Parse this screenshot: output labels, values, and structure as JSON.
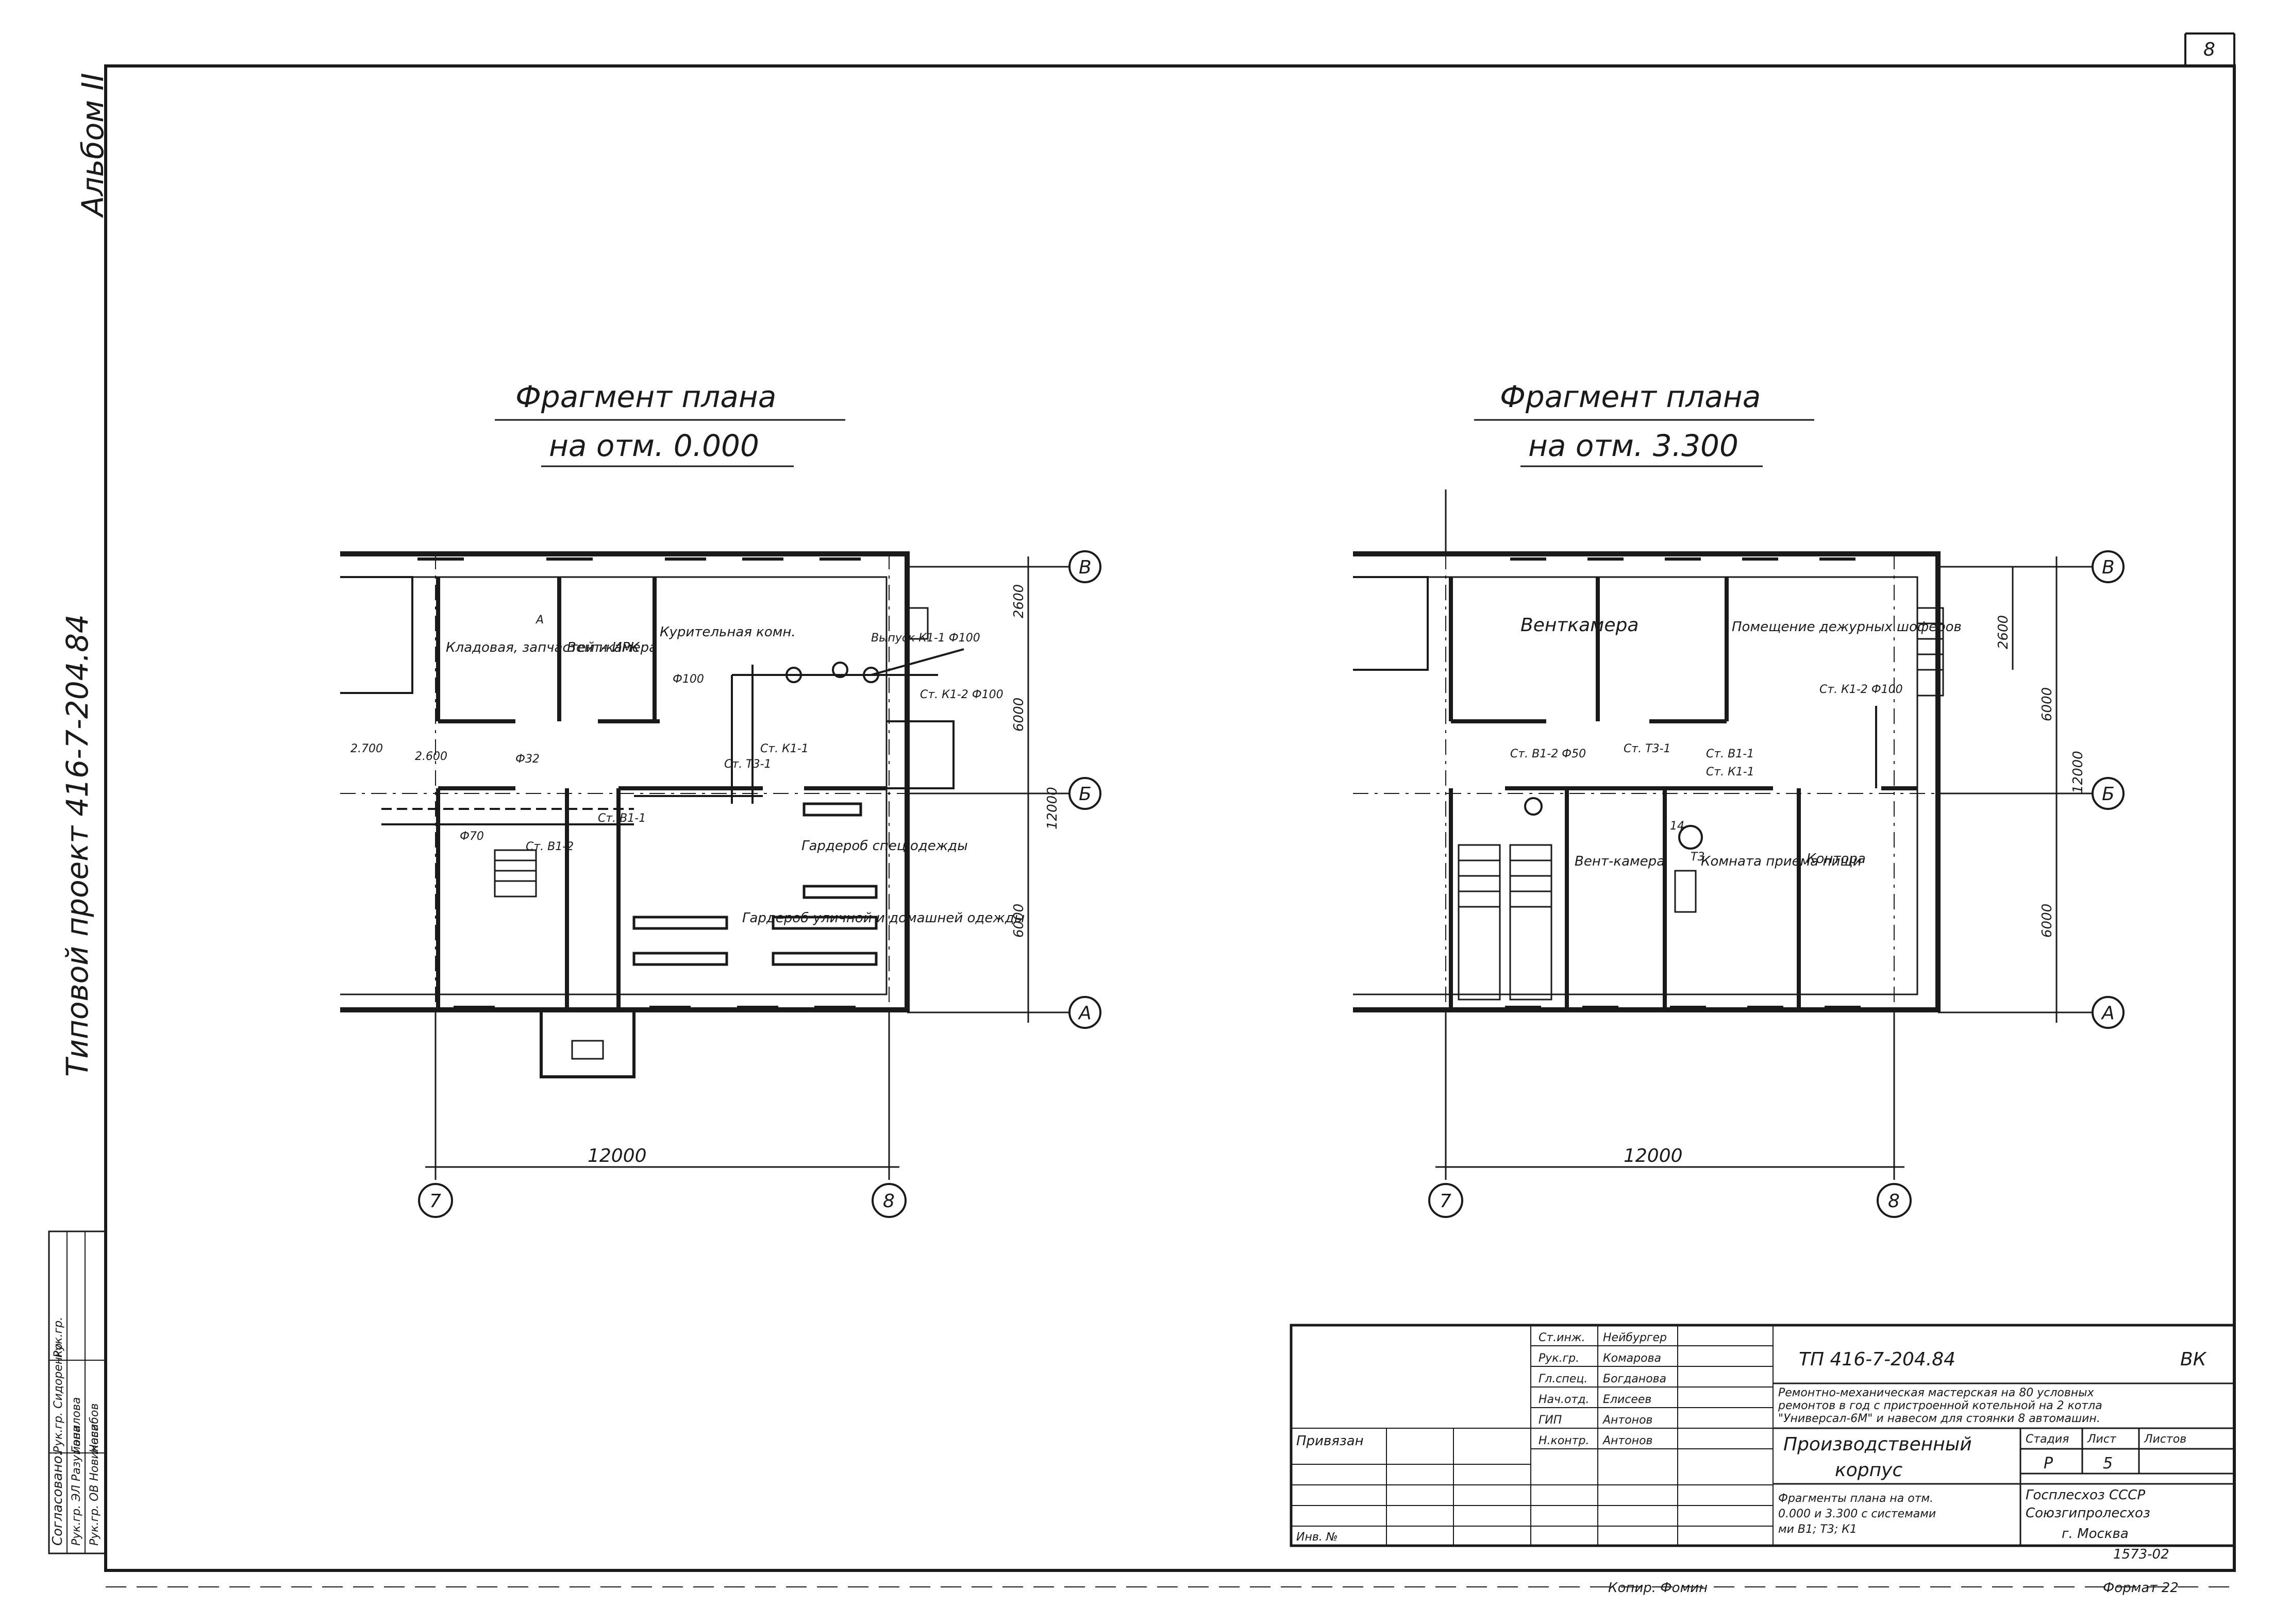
{
  "sheet": {
    "page_number": "8",
    "album": "Альбом II",
    "project_vertical": "Типовой проект 416-7-204.84"
  },
  "approval": {
    "title": "Согласовано:",
    "rows": [
      "Рук.гр. ЭЛ Разумова",
      "Рук.гр. ОВ Новикова",
      "Рук.гр. Сидоренко",
      "Ганилова",
      "Насибов",
      "Рук.гр."
    ]
  },
  "plans": {
    "left": {
      "title_line1": "Фрагмент плана",
      "title_line2": "на отм. 0.000",
      "axes": [
        "В",
        "Б",
        "А",
        "7",
        "8"
      ],
      "dims": {
        "width": "12000",
        "d1": "2600",
        "d2": "6000",
        "d3": "12000",
        "d4": "6000"
      },
      "rooms": [
        "Кладовая, запчастей и ИРК",
        "Вент-камера",
        "Курительная комн.",
        "Гардероб спец одежды",
        "Гардероб уличной и домашней одежды"
      ],
      "notes": [
        "Ф100",
        "Выпуск К1-1 Ф100",
        "Ст. К1-2 Ф100",
        "Ст. К1-1",
        "Ст. Т3-1",
        "Ст. В1-1",
        "Ст. В1-2",
        "Ф32",
        "2.700",
        "2.600",
        "Ф70",
        "А"
      ]
    },
    "right": {
      "title_line1": "Фрагмент плана",
      "title_line2": "на отм. 3.300",
      "axes": [
        "В",
        "Б",
        "А",
        "7",
        "8"
      ],
      "dims": {
        "width": "12000",
        "d1": "2600",
        "d2": "6000",
        "d3": "12000",
        "d4": "6000"
      },
      "rooms": [
        "Венткамера",
        "Помещение дежурных шоферов",
        "Вент-камера",
        "Комната приема пищи",
        "Контора"
      ],
      "notes": [
        "Ст. К1-2 Ф100",
        "Ст. В1-2 Ф50",
        "Ст. Т3-1",
        "Ст. В1-1",
        "Ст. К1-1",
        "Т3",
        "14"
      ]
    }
  },
  "title_block": {
    "signers": [
      {
        "role": "Ст.инж.",
        "name": "Нейбургер"
      },
      {
        "role": "Рук.гр.",
        "name": "Комарова"
      },
      {
        "role": "Гл.спец.",
        "name": "Богданова"
      },
      {
        "role": "Нач.отд.",
        "name": "Елисеев"
      },
      {
        "role": "ГИП",
        "name": "Антонов"
      },
      {
        "role": "Н.контр.",
        "name": "Антонов"
      }
    ],
    "attached": "Привязан",
    "inv": "Инв. №",
    "code": "ТП 416-7-204.84",
    "section": "ВК",
    "description": [
      "Ремонтно-механическая мастерская на 80 условных",
      "ремонтов в год с пристроенной котельной на 2 котла",
      "\"Универсал-6М\" и навесом для стоянки 8 автомашин."
    ],
    "building": [
      "Производственный",
      "корпус"
    ],
    "stage_label": "Стадия",
    "sheet_label": "Лист",
    "sheets_label": "Листов",
    "stage": "Р",
    "sheet": "5",
    "drawing": [
      "Фрагменты плана на отм.",
      "0.000 и 3.300 с системами",
      "ми В1; Т3; К1"
    ],
    "org": [
      "Госплесхоз СССР",
      "Союзгипролесхоз",
      "г. Москва"
    ],
    "archive_number": "1573-02"
  },
  "footer": {
    "copied": "Копир. Фомин",
    "format": "Формат 22"
  }
}
